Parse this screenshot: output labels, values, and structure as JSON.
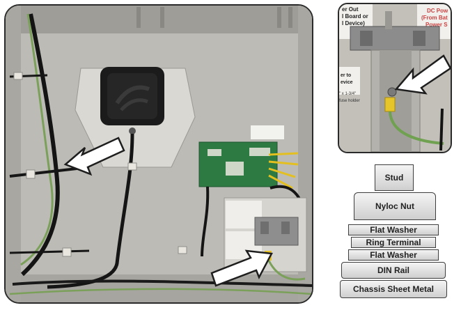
{
  "diagram": {
    "layers": [
      {
        "id": "stud",
        "label": "Stud"
      },
      {
        "id": "nyloc-nut",
        "label": "Nyloc Nut"
      },
      {
        "id": "flat-washer-top",
        "label": "Flat Washer"
      },
      {
        "id": "ring-terminal",
        "label": "Ring Terminal"
      },
      {
        "id": "flat-washer-bottom",
        "label": "Flat Washer"
      },
      {
        "id": "din-rail",
        "label": "DIN Rail"
      },
      {
        "id": "chassis-sheet-metal",
        "label": "Chassis Sheet Metal"
      }
    ]
  },
  "inset_labels": {
    "left_top": "er Out",
    "left_mid": "l Board or",
    "left_bot": "l Device)",
    "right_top": "DC Pow",
    "right_mid": "(From Bat",
    "right_bot": "Power S",
    "side_a": "er to",
    "side_b": "evice",
    "side_c": "\" x 1-3/4\"",
    "side_d": "fuse holder"
  }
}
